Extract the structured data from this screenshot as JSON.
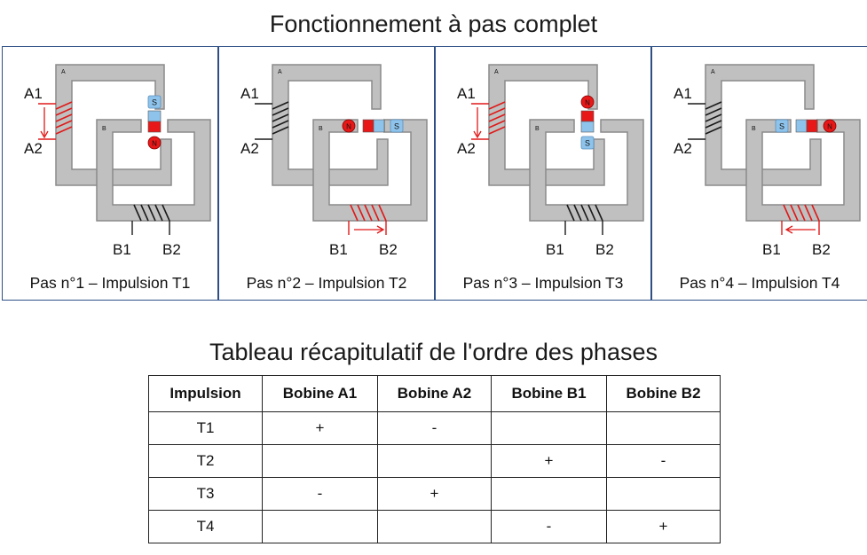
{
  "main_title": "Fonctionnement à pas complet",
  "table_title": "Tableau récapitulatif de l'ordre des phases",
  "panels": [
    {
      "caption": "Pas n°1 – Impulsion T1",
      "label_a1": "A1",
      "label_a2": "A2",
      "label_b1": "B1",
      "label_b2": "B2",
      "core_a": "A",
      "core_b": "B",
      "pole_s": "S",
      "pole_n": "N",
      "active": "A"
    },
    {
      "caption": "Pas n°2 – Impulsion T2",
      "label_a1": "A1",
      "label_a2": "A2",
      "label_b1": "B1",
      "label_b2": "B2",
      "core_a": "A",
      "core_b": "B",
      "pole_s": "S",
      "pole_n": "N",
      "active": "B"
    },
    {
      "caption": "Pas n°3 – Impulsion T3",
      "label_a1": "A1",
      "label_a2": "A2",
      "label_b1": "B1",
      "label_b2": "B2",
      "core_a": "A",
      "core_b": "B",
      "pole_s": "S",
      "pole_n": "N",
      "active": "A"
    },
    {
      "caption": "Pas n°4 – Impulsion T4",
      "label_a1": "A1",
      "label_a2": "A2",
      "label_b1": "B1",
      "label_b2": "B2",
      "core_a": "A",
      "core_b": "B",
      "pole_s": "S",
      "pole_n": "N",
      "active": "B"
    }
  ],
  "table": {
    "headers": [
      "Impulsion",
      "Bobine A1",
      "Bobine A2",
      "Bobine B1",
      "Bobine B2"
    ],
    "rows": [
      [
        "T1",
        "+",
        "-",
        "",
        ""
      ],
      [
        "T2",
        "",
        "",
        "+",
        "-"
      ],
      [
        "T3",
        "-",
        "+",
        "",
        ""
      ],
      [
        "T4",
        "",
        "",
        "-",
        "+"
      ]
    ]
  },
  "colors": {
    "core": "#c0c0c0",
    "core_edge": "#8a8a8a",
    "active_coil": "#e01818",
    "inactive_coil": "#1a1a1a",
    "pole_s": "#8ec4ec",
    "pole_n": "#e81818",
    "panel_border": "#2e4f86"
  }
}
